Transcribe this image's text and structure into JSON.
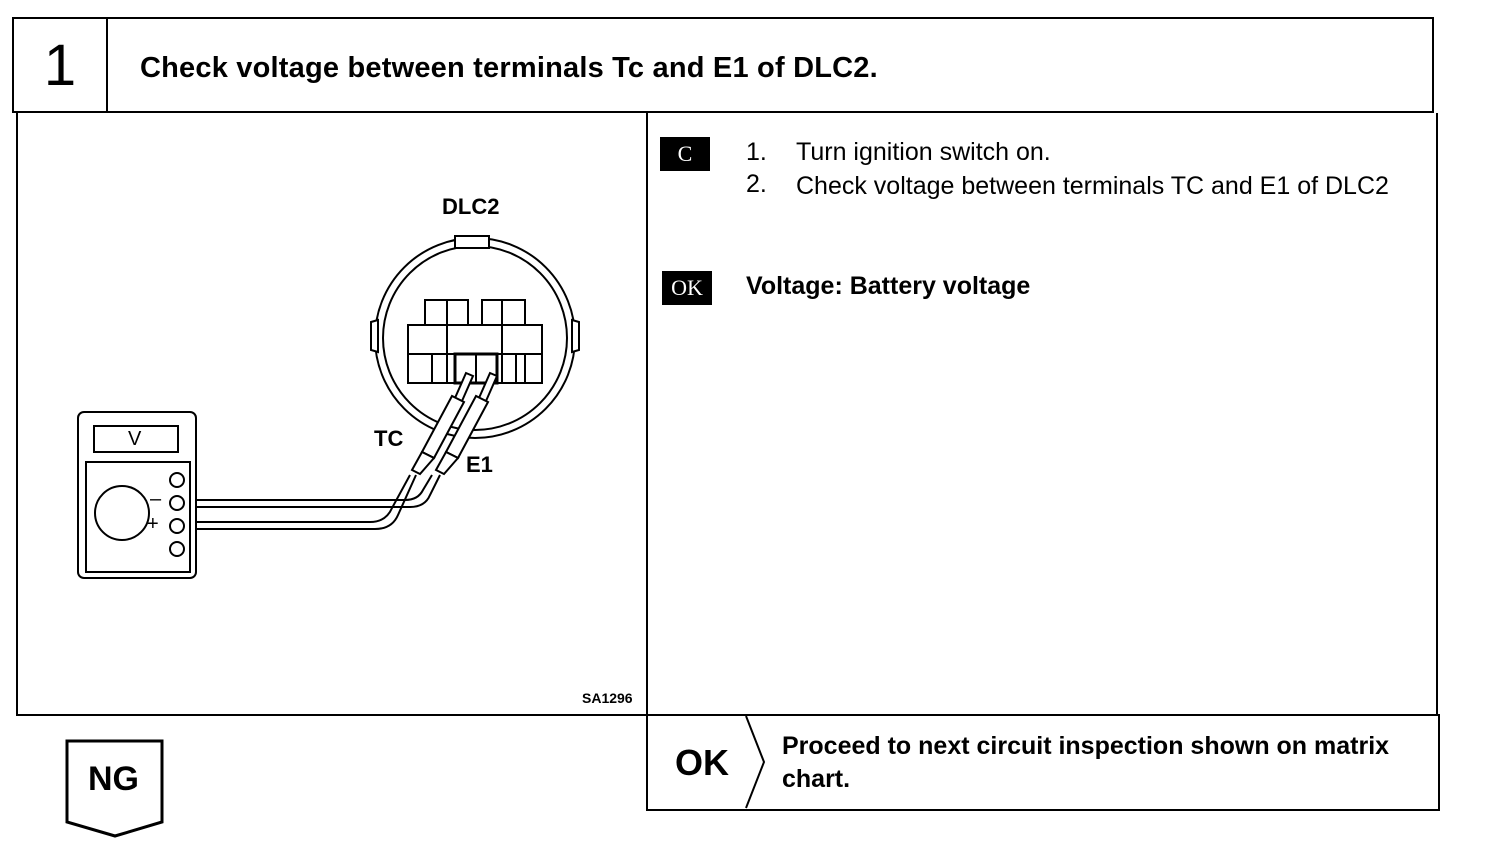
{
  "header": {
    "step_number": "1",
    "title": "Check voltage between terminals Tc and E1 of DLC2."
  },
  "diagram": {
    "connector_label": "DLC2",
    "terminal_tc_label": "TC",
    "terminal_e1_label": "E1",
    "meter_mode_label": "V",
    "minus_sign": "–",
    "plus_sign": "+",
    "figure_code": "SA1296"
  },
  "instructions": {
    "check_tag": "C",
    "steps": [
      {
        "num": "1.",
        "text": "Turn ignition switch on."
      },
      {
        "num": "2.",
        "text": "Check voltage between terminals TC and E1 of DLC2"
      }
    ],
    "ok_tag": "OK",
    "spec": "Voltage:  Battery voltage"
  },
  "result_ok": {
    "label": "OK",
    "text": "Proceed to next circuit inspection shown on matrix chart."
  },
  "result_ng": {
    "label": "NG"
  }
}
